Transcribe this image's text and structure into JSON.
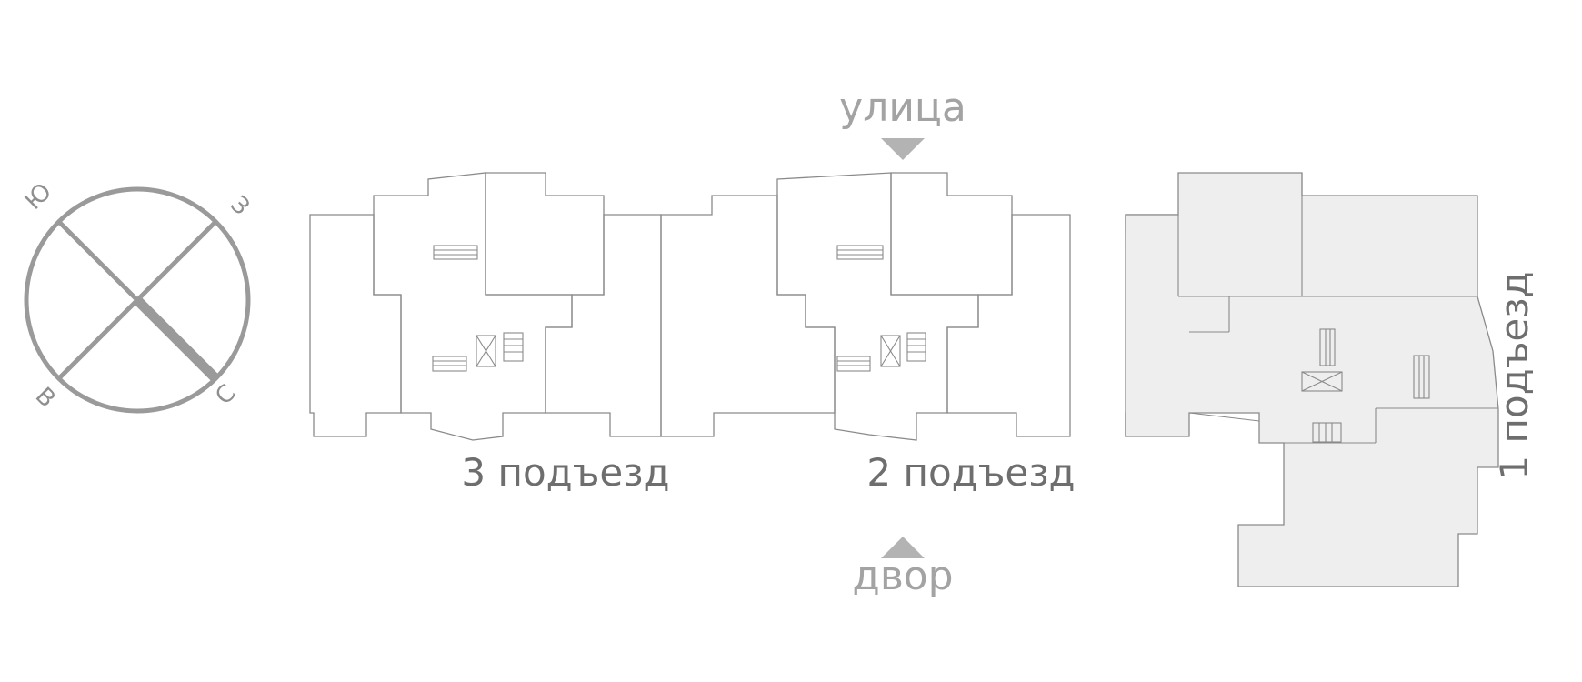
{
  "compass": {
    "south": "Ю",
    "west": "З",
    "east": "В",
    "north": "С"
  },
  "directions": {
    "street": "улица",
    "yard": "двор"
  },
  "entrances": [
    {
      "label": "3 подъезд",
      "selected": false
    },
    {
      "label": "2 подъезд",
      "selected": false
    },
    {
      "label": "1 подъезд",
      "selected": true
    }
  ],
  "colors": {
    "outline": "#8a8a8a",
    "selected_fill": "#eeeeee",
    "compass": "#9a9a9a",
    "marker": "#b3b3b3",
    "label": "#6e6e6e"
  }
}
